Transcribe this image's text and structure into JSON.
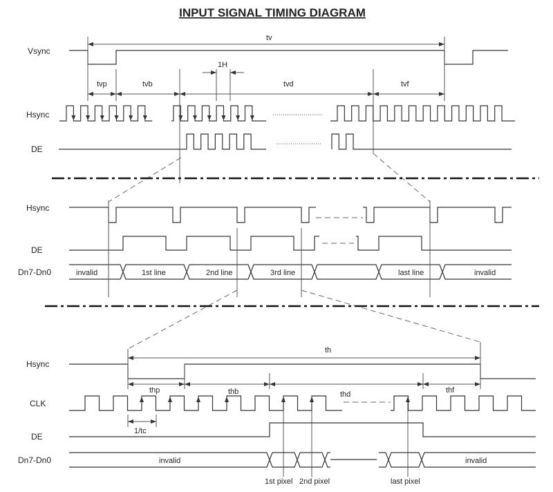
{
  "title": "INPUT SIGNAL TIMING DIAGRAM",
  "frame": {
    "signals": [
      "Vsync",
      "Hsync",
      "DE"
    ],
    "timings": {
      "tv": "tv",
      "tvp": "tvp",
      "tvb": "tvb",
      "tvd": "tvd",
      "tvf": "tvf",
      "one_h": "1H"
    }
  },
  "line": {
    "signals": [
      "Hsync",
      "DE",
      "Dn7-Dn0"
    ],
    "data": [
      "invalid",
      "1st line",
      "2nd line",
      "3rd line",
      "last line",
      "invalid"
    ]
  },
  "pixel": {
    "signals": [
      "Hsync",
      "CLK",
      "DE",
      "Dn7-Dn0"
    ],
    "timings": {
      "th": "th",
      "thp": "thp",
      "thb": "thb",
      "thd": "thd",
      "thf": "thf",
      "tc": "1/tc"
    },
    "data": [
      "invalid",
      "invalid"
    ],
    "pixels": [
      "1st pixel",
      "2nd pixel",
      "last pixel"
    ]
  }
}
